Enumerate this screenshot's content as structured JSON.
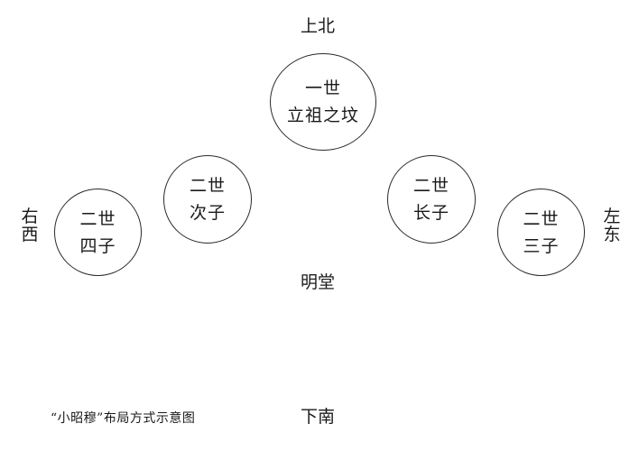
{
  "directions": {
    "top": "上北",
    "bottom": "下南",
    "center": "明堂",
    "right_side_chars": [
      "右",
      "西"
    ],
    "left_side_chars": [
      "左",
      "东"
    ]
  },
  "graves": [
    {
      "id": "ancestor",
      "gen": "一世",
      "label": "立祖之坟"
    },
    {
      "id": "second-son",
      "gen": "二世",
      "label": "次子"
    },
    {
      "id": "eldest-son",
      "gen": "二世",
      "label": "长子"
    },
    {
      "id": "fourth-son",
      "gen": "二世",
      "label": "四子"
    },
    {
      "id": "third-son",
      "gen": "二世",
      "label": "三子"
    }
  ],
  "caption": "“小昭穆”布局方式示意图",
  "colors": {
    "stroke": "#2a2a2a",
    "text": "#1a1a1a",
    "background": "#ffffff"
  }
}
